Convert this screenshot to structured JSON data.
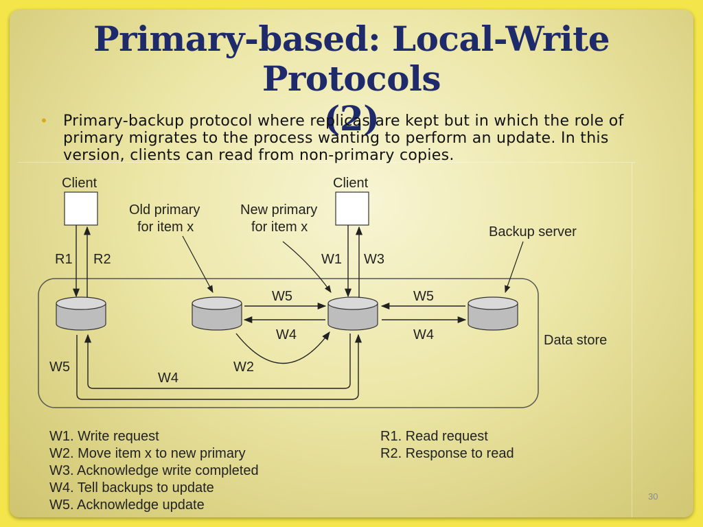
{
  "title": {
    "line1": "Primary-based: Local-Write Protocols",
    "line2": "(2)"
  },
  "bullet": {
    "marker": "•",
    "text": "Primary-backup protocol where replicas are kept but in which the role of primary migrates to the process wanting to perform an update.  In this version, clients can read from non-primary copies."
  },
  "diagram": {
    "client_left": "Client",
    "client_right": "Client",
    "old_primary_line1": "Old primary",
    "old_primary_line2": "for item x",
    "new_primary_line1": "New primary",
    "new_primary_line2": "for item x",
    "backup_server": "Backup server",
    "data_store": "Data store",
    "r1": "R1",
    "r2": "R2",
    "w1": "W1",
    "w3": "W3",
    "w5_mid": "W5",
    "w5_right": "W5",
    "w4_mid": "W4",
    "w4_right": "W4",
    "w5_bottom": "W5",
    "w4_bottom": "W4",
    "w2": "W2"
  },
  "legend_left": [
    "W1. Write request",
    "W2. Move item x to new primary",
    "W3. Acknowledge write completed",
    "W4. Tell backups to update",
    "W5. Acknowledge update"
  ],
  "legend_right": [
    "R1. Read request",
    "R2. Response to read"
  ],
  "slide_number": "30",
  "colors": {
    "title": "#1f2a6b",
    "bullet_marker": "#e0a51c",
    "frame": "#f4e64a",
    "disk_fill": "#bdbdbd"
  }
}
